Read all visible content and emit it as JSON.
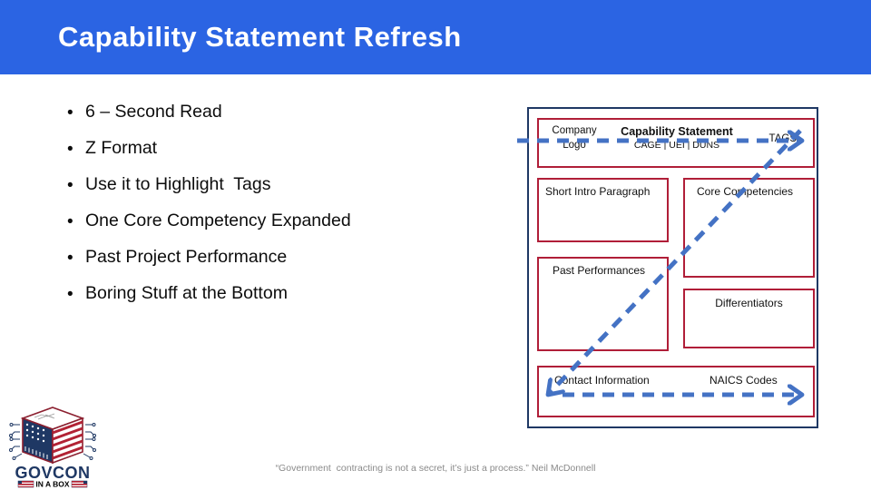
{
  "header": {
    "title": "Capability Statement Refresh"
  },
  "bullets": {
    "items": [
      "6 – Second Read",
      "Z Format",
      "Use it to Highlight  Tags",
      "One Core Competency Expanded",
      "Past Project Performance",
      "Boring Stuff at the Bottom"
    ]
  },
  "diagram": {
    "header_box": {
      "company_logo": "Company Logo",
      "title": "Capability Statement",
      "subtitle": "CAGE | UEI | DUNS",
      "tags": "TAGS"
    },
    "boxes": {
      "intro": "Short Intro Paragraph",
      "core": "Core Competencies",
      "past": "Past Performances",
      "differentiators": "Differentiators",
      "contact": "Contact Information",
      "naics": "NAICS Codes"
    }
  },
  "logo": {
    "line1": "GOVCON",
    "line2": "IN A BOX"
  },
  "footer": {
    "quote": "“Government  contracting is not a secret, it’s just a process.” Neil McDonnell"
  },
  "colors": {
    "header_blue": "#2B64E3",
    "arrow_blue": "#4472C4",
    "box_red": "#B01E38",
    "outer_navy": "#1F3864",
    "flag_red": "#B22234",
    "quote_gray": "#8a8a8a"
  }
}
